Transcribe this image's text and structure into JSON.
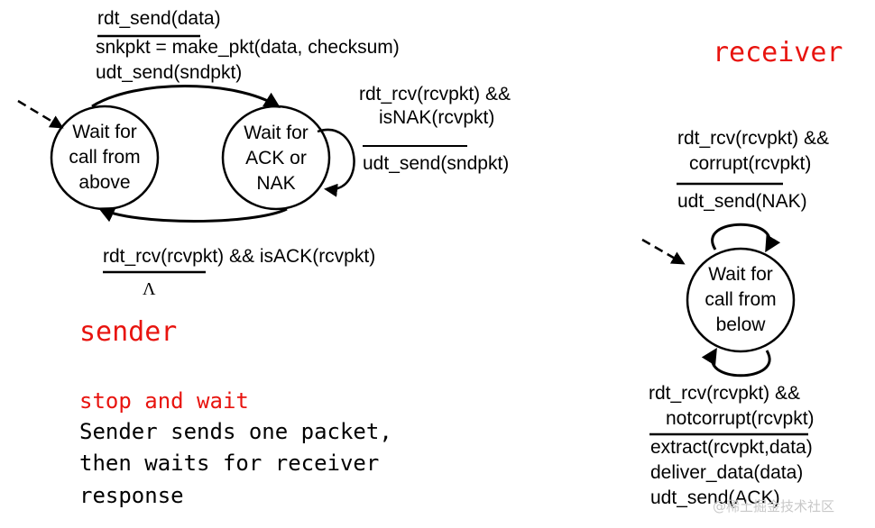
{
  "sender": {
    "label": "sender",
    "state_wait_above": [
      "Wait for",
      "call from",
      "above"
    ],
    "state_wait_ack": [
      "Wait for",
      "ACK or",
      "NAK"
    ],
    "trans_top_event": "rdt_send(data)",
    "trans_top_actions": [
      "snkpkt = make_pkt(data, checksum)",
      "udt_send(sndpkt)"
    ],
    "trans_nak_event": [
      "rdt_rcv(rcvpkt) &&",
      "isNAK(rcvpkt)"
    ],
    "trans_nak_action": "udt_send(sndpkt)",
    "trans_ack_event": "rdt_rcv(rcvpkt) && isACK(rcvpkt)",
    "trans_ack_action": "Λ"
  },
  "receiver": {
    "label": "receiver",
    "state_wait_below": [
      "Wait for",
      "call from",
      "below"
    ],
    "trans_corrupt_event": [
      "rdt_rcv(rcvpkt) &&",
      "corrupt(rcvpkt)"
    ],
    "trans_corrupt_action": "udt_send(NAK)",
    "trans_ok_event": [
      "rdt_rcv(rcvpkt) &&",
      "notcorrupt(rcvpkt)"
    ],
    "trans_ok_actions": [
      "extract(rcvpkt,data)",
      "deliver_data(data)",
      "udt_send(ACK)"
    ]
  },
  "notes": {
    "title": "stop and wait",
    "lines": [
      "Sender sends one packet,",
      "then waits for receiver",
      "response"
    ]
  },
  "watermark": "@稀土掘金技术社区",
  "colors": {
    "accent": "#e8140f",
    "ink": "#000000"
  }
}
